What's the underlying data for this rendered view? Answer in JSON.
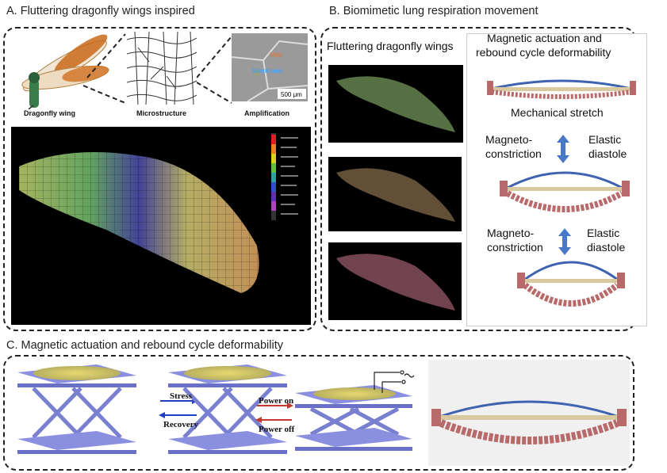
{
  "panels": {
    "a": {
      "title": "A. Fluttering dragonfly wings inspired",
      "labels": {
        "wing": "Dragonfly wing",
        "micro": "Microstructure",
        "amp": "Amplification"
      },
      "amp_texts": {
        "vein": "Vein",
        "membrane": "Membrane",
        "scale": "500 μm"
      }
    },
    "b": {
      "title": "B. Biomimetic lung respiration movement",
      "left_label": "Fluttering dragonfly wings",
      "right_title_line1": "Magnetic actuation and",
      "right_title_line2": "rebound cycle deformability",
      "mech": "Mechanical stretch",
      "magneto1": "Magneto-",
      "constriction1": "constriction",
      "elastic1": "Elastic",
      "diastole1": "diastole",
      "magneto2": "Magneto-",
      "constriction2": "constriction",
      "elastic2": "Elastic",
      "diastole2": "diastole"
    },
    "c": {
      "title": "C. Magnetic actuation and rebound cycle deformability",
      "stress": "Stress",
      "recovery": "Recovery",
      "power_on": "Power on",
      "power_off": "Power off"
    }
  },
  "colors": {
    "frame": "#222222",
    "wing_bg": "#000000",
    "film_blue": "#3f63b0",
    "film_beige": "#d8c9a0",
    "spring_red": "#b86a6a",
    "plate_blue": "#8a8fe0",
    "arrow_blue": "#1f3fbf",
    "arrow_red": "#c0392b",
    "double_arrow": "#4a78c8"
  }
}
